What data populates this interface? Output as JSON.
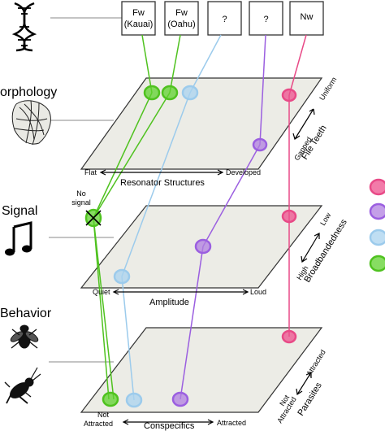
{
  "rows": [
    {
      "label": ""
    },
    {
      "label": "orphology"
    },
    {
      "label": "Signal"
    },
    {
      "label": "Behavior"
    }
  ],
  "populations": [
    {
      "line1": "Fw",
      "line2": "(Kauai)"
    },
    {
      "line1": "Fw",
      "line2": "(Oahu)"
    },
    {
      "line1": "?",
      "line2": ""
    },
    {
      "line1": "?",
      "line2": ""
    },
    {
      "line1": "Nw",
      "line2": ""
    }
  ],
  "planes": {
    "morphology": {
      "x_left": "Flat",
      "x_right": "Developed",
      "x_title": "Resonator Structures",
      "y_low": "Gapped",
      "y_high": "Uniform",
      "y_title": "File Teeth"
    },
    "signal": {
      "x_left": "Quiet",
      "x_right": "Loud",
      "x_title": "Amplitude",
      "y_low": "High",
      "y_high": "Low",
      "y_title": "Broadbandedness",
      "no_signal": [
        "No",
        "signal"
      ]
    },
    "behavior": {
      "x_left": [
        "Not",
        "Attracted"
      ],
      "x_right": "Attracted",
      "x_title": "Conspecifics",
      "y_low": [
        "Not",
        "Attracted"
      ],
      "y_high": "Attracted",
      "y_title": "Parasites"
    }
  },
  "colors": {
    "green": "#5fd12e",
    "blue": "#a9d3ef",
    "purple": "#b07fe0",
    "pink": "#ee4f8c",
    "green_line": "#4fc21f",
    "blue_line": "#9ccbec",
    "purple_line": "#9b5fe0",
    "pink_line": "#e84a87"
  },
  "legend_colors": [
    "pink",
    "purple",
    "blue",
    "green"
  ]
}
